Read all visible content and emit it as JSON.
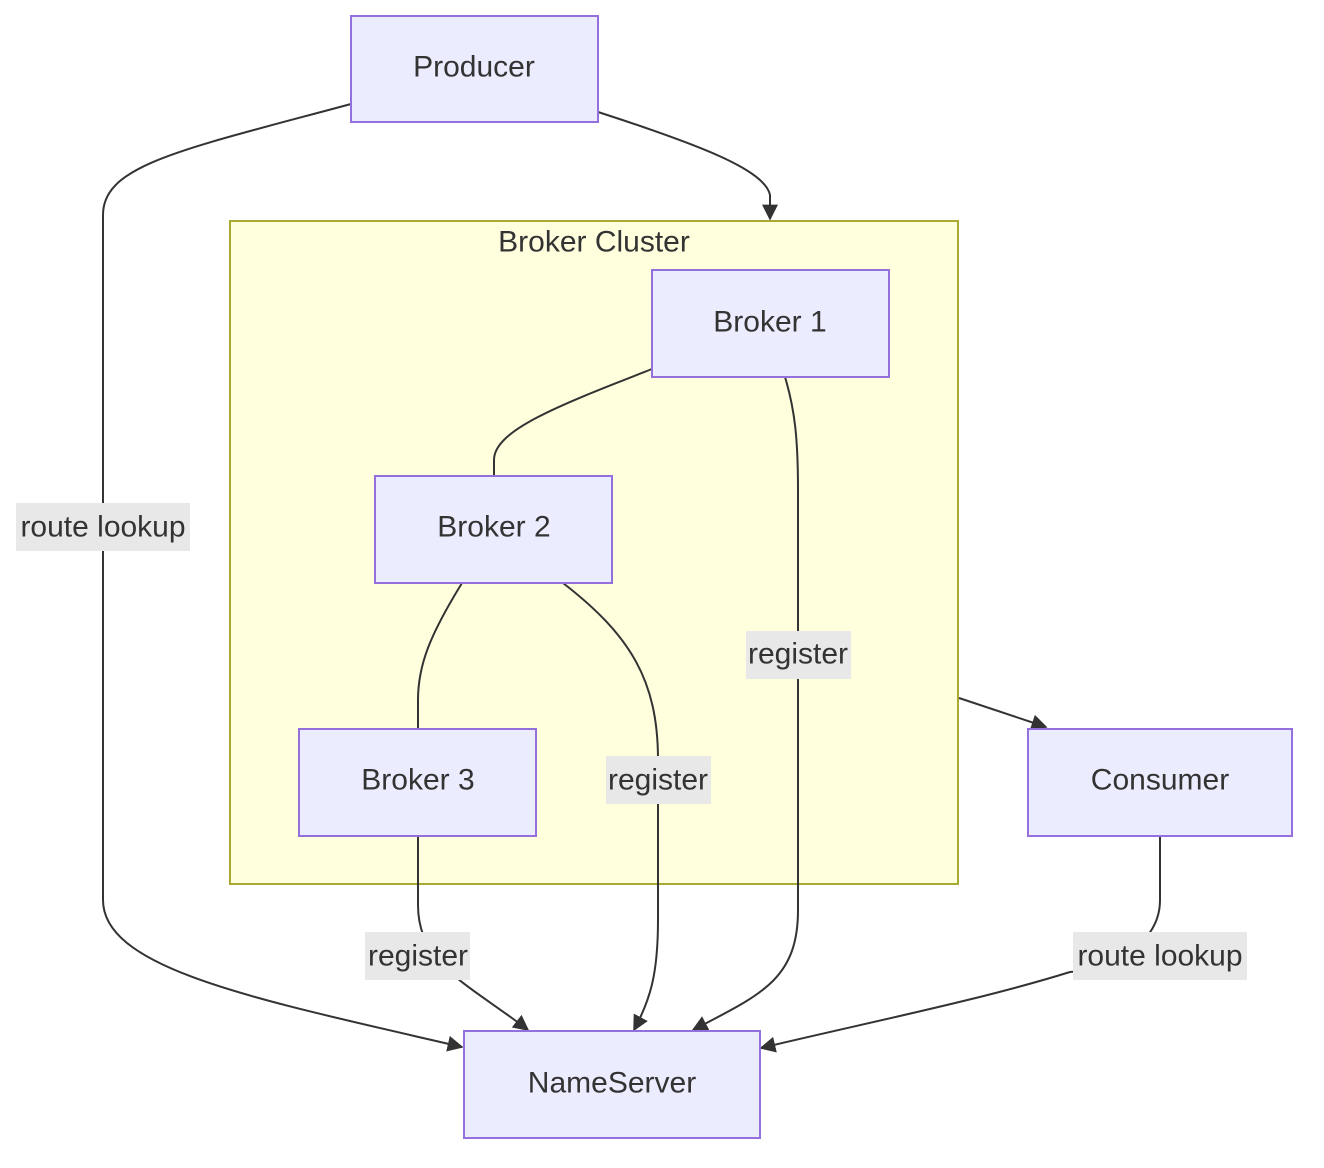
{
  "cluster": {
    "label": "Broker Cluster"
  },
  "nodes": {
    "producer": "Producer",
    "broker1": "Broker 1",
    "broker2": "Broker 2",
    "broker3": "Broker 3",
    "consumer": "Consumer",
    "nameserver": "NameServer"
  },
  "edges": {
    "producer_lookup": "route lookup",
    "broker1_register": "register",
    "broker2_register": "register",
    "broker3_register": "register",
    "consumer_lookup": "route lookup"
  },
  "colors": {
    "node_fill": "#ececff",
    "node_stroke": "#9370db",
    "cluster_fill": "#ffffde",
    "cluster_stroke": "#aaaa33",
    "edge": "#333333",
    "label_bg": "#e8e8e8"
  }
}
